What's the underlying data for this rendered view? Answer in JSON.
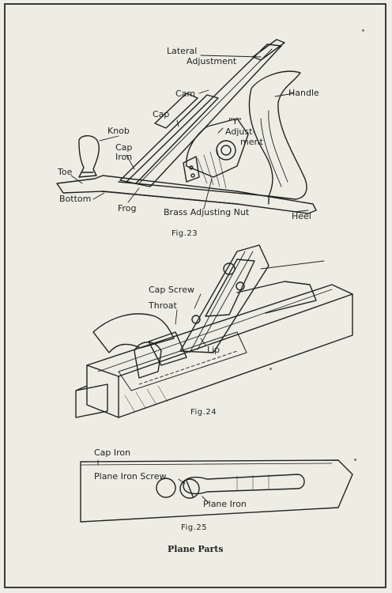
{
  "fig23": {
    "caption": "Fig.23",
    "labels": {
      "lateral": "Lateral",
      "adjustment": "Adjustment",
      "cam": "Cam",
      "handle": "Handle",
      "cap": "Cap",
      "y": "\"Y\"",
      "adjust": "Adjust-",
      "ment": "ment",
      "knob": "Knob",
      "cap_iron_1": "Cap",
      "cap_iron_2": "Iron",
      "toe": "Toe",
      "bottom": "Bottom",
      "frog": "Frog",
      "brass_nut": "Brass Adjusting Nut",
      "heel": "Heel"
    }
  },
  "fig24": {
    "caption": "Fig.24",
    "labels": {
      "cap_screw": "Cap Screw",
      "throat": "Throat",
      "lip": "Lip"
    }
  },
  "fig25": {
    "caption": "Fig.25",
    "labels": {
      "cap_iron": "Cap Iron",
      "plane_iron_screw": "Plane Iron Screw",
      "plane_iron": "Plane Iron"
    }
  },
  "page_caption": "Plane Parts"
}
